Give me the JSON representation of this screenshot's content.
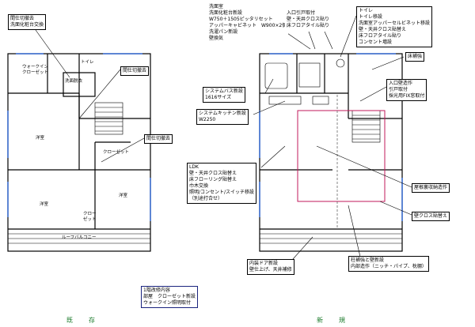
{
  "existing": {
    "callout_top": [
      "間仕切撤去",
      "洗面化粧台交換"
    ],
    "callout_partition_1": "間仕切撤去",
    "callout_partition_2": "間仕切撤去",
    "rooms": {
      "walkin": [
        "ウォークイン",
        "クローゼット"
      ],
      "toilet": "トイレ",
      "washroom": "洗面脱衣",
      "western1": "洋室",
      "closet": "クローゼット",
      "western2": "洋室",
      "western3": "洋室",
      "closet2": [
        "クロー",
        "ゼット"
      ],
      "balcony": "ルーフバルコニー"
    },
    "caption": "既　存"
  },
  "new": {
    "callout_washroom": [
      "洗面室",
      "洗面化粧台新設",
      "W750＋1505ピッタリセット",
      "アッパーキャビネット　W900×2個",
      "洗濯パン新設",
      "壁換気"
    ],
    "callout_door": [
      "入口引戸取付",
      "壁・天井クロス貼り",
      "床フロアタイル貼り"
    ],
    "callout_toilet": [
      "トイレ",
      "トイレ移設",
      "洗面室アッパーセルビネット移設",
      "壁・天井クロス貼替え",
      "床フロアタイル貼り",
      "コンセント増設"
    ],
    "callout_kansetsu": "床補強",
    "callout_bath": [
      "システムバス新設",
      "1616サイズ"
    ],
    "callout_kitchen": [
      "システムキッチン新設",
      "W2250"
    ],
    "callout_entrance": [
      "入口壁造作",
      "引戸取付",
      "採光用FIX窓取付"
    ],
    "callout_ldk": [
      "LDK",
      "壁・天井クロス貼替え",
      "床フローリング貼替え",
      "巾木交換",
      "照明/コンセント/スイッチ移設",
      "（別途打合せ）"
    ],
    "callout_ceiling": "屋根裏収納造作",
    "callout_cloth": "壁クロス貼替え",
    "callout_wall": [
      "内装ドア新設",
      "壁仕上げ、天井補修"
    ],
    "callout_column": [
      "柱補強と壁新設",
      "内部造作（ニッチ・パイプ、枕棚）"
    ],
    "caption": "新　規"
  },
  "summary": [
    "1階改修内容",
    "部屋　クローゼット新設",
    "ウォークイン照明取付"
  ]
}
